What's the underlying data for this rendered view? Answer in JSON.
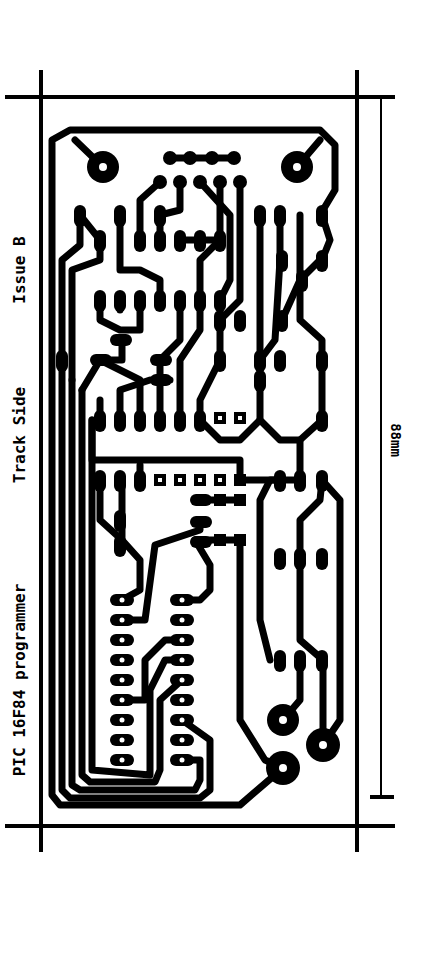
{
  "diagram": {
    "labels": [
      "Issue B",
      "Track Side",
      "PIC 16F84 programmer",
      "88mm"
    ]
  }
}
